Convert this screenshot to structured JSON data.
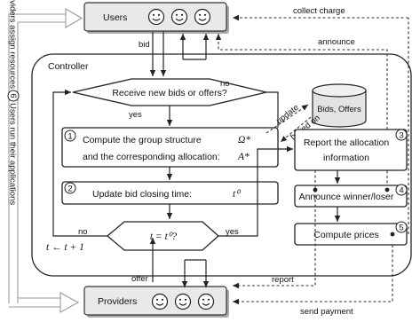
{
  "side_label": "Providers assign resources",
  "side_step": "6",
  "side_label_2": "Users run their applications",
  "users": {
    "label": "Users"
  },
  "providers": {
    "label": "Providers"
  },
  "controller": {
    "label": "Controller"
  },
  "flow": {
    "bid": "bid",
    "offer": "offer",
    "collect_charge": "collect charge",
    "announce": "announce",
    "report": "report",
    "send_payment": "send payment",
    "update": "update",
    "based_on": "based on"
  },
  "decision_receive": {
    "text": "Receive new bids or offers?",
    "yes": "yes",
    "no": "no"
  },
  "step1": {
    "num": "1",
    "line1": "Compute the group structure",
    "line2": "and the corresponding allocation:",
    "sym1": "Ω*",
    "sym2": "A*"
  },
  "step2": {
    "num": "2",
    "text": "Update bid closing time:",
    "sym": "t⁰"
  },
  "decision_time": {
    "text": "t = t⁰?",
    "yes": "yes",
    "no": "no",
    "increment": "t ← t + 1"
  },
  "database": {
    "label": "Bids, Offers"
  },
  "step3": {
    "num": "3",
    "line1": "Report the allocation",
    "line2": "information"
  },
  "step4": {
    "num": "4",
    "text": "Announce winner/loser"
  },
  "step5": {
    "num": "5",
    "text": "Compute prices"
  },
  "icons": [
    "smiley-icon",
    "smiley-icon",
    "smiley-icon"
  ]
}
